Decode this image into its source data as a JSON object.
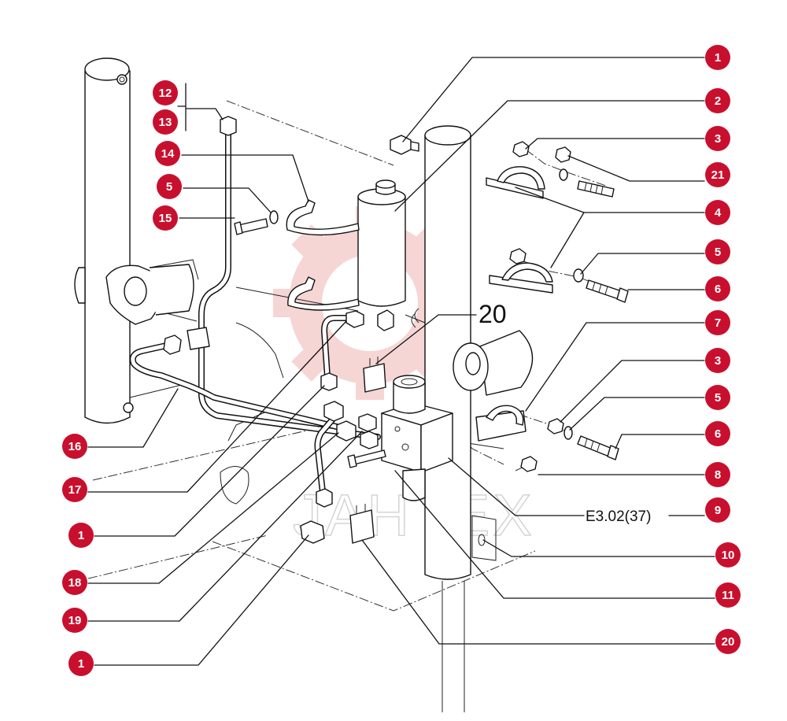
{
  "diagram": {
    "callouts": [
      {
        "label": "1"
      },
      {
        "label": "2"
      },
      {
        "label": "3"
      },
      {
        "label": "21"
      },
      {
        "label": "4"
      },
      {
        "label": "5"
      },
      {
        "label": "6"
      },
      {
        "label": "7"
      },
      {
        "label": "3"
      },
      {
        "label": "5"
      },
      {
        "label": "6"
      },
      {
        "label": "8"
      },
      {
        "label": "9"
      },
      {
        "label": "10"
      },
      {
        "label": "11"
      },
      {
        "label": "20"
      },
      {
        "label": "12"
      },
      {
        "label": "13"
      },
      {
        "label": "14"
      },
      {
        "label": "5"
      },
      {
        "label": "15"
      },
      {
        "label": "16"
      },
      {
        "label": "17"
      },
      {
        "label": "1"
      },
      {
        "label": "18"
      },
      {
        "label": "19"
      },
      {
        "label": "1"
      }
    ],
    "inline_labels": {
      "switch_ref": "20",
      "ref_code": "E3.02(37)"
    },
    "watermark": "JAHTEX"
  },
  "colors": {
    "callout_fill": "#c8102e",
    "callout_text": "#ffffff",
    "watermark": "#f3c7c7"
  }
}
